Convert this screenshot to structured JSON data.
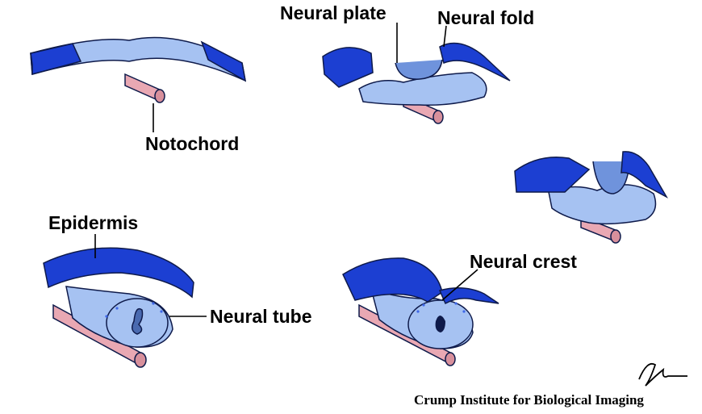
{
  "labels": {
    "neural_plate": "Neural plate",
    "neural_fold": "Neural fold",
    "notochord": "Notochord",
    "epidermis": "Epidermis",
    "neural_tube": "Neural tube",
    "neural_crest": "Neural crest"
  },
  "credit": "Crump Institute for Biological Imaging",
  "colors": {
    "ectoderm_dark": "#1c3fd2",
    "ectoderm_mid": "#3f68e8",
    "plate_light": "#a6c2f2",
    "plate_shade": "#6f93dc",
    "notochord_pink": "#e9a8b3",
    "notochord_shade": "#c7808d",
    "outline": "#0e1a4a"
  }
}
